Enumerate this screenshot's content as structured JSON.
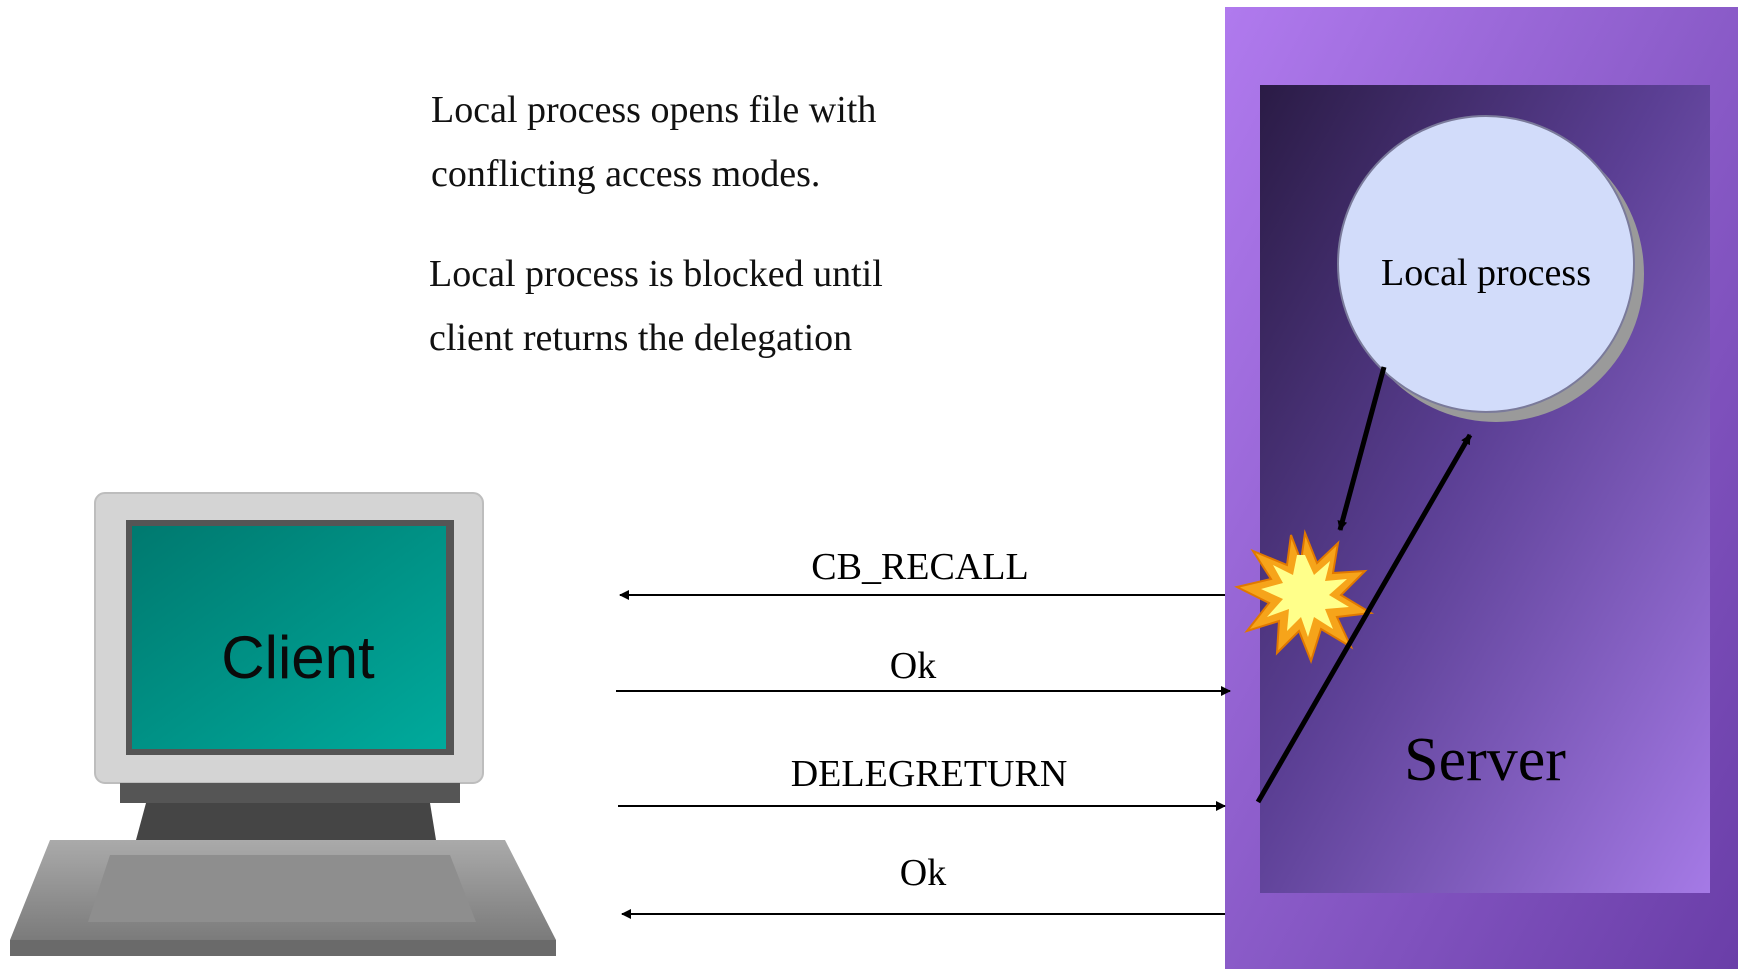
{
  "notes": {
    "line1": "Local process opens file with",
    "line2": "conflicting access modes.",
    "line3": "Local process is blocked until",
    "line4": "client returns the delegation"
  },
  "client": {
    "label": "Client",
    "screen_color": "#009a8e",
    "frame_color": "#d4d4d4",
    "base_color": "#888888"
  },
  "server": {
    "label": "Server",
    "outer_color": "#9a6ad8",
    "inner_color": "#5a3d8f"
  },
  "local_process": {
    "label": "Local process",
    "fill_color": "#d2dcfa"
  },
  "messages": [
    {
      "label": "CB_RECALL",
      "direction": "server-to-client"
    },
    {
      "label": "Ok",
      "direction": "client-to-server"
    },
    {
      "label": "DELEGRETURN",
      "direction": "client-to-server"
    },
    {
      "label": "Ok",
      "direction": "server-to-client"
    }
  ],
  "conflict_icon": "explosion-icon"
}
